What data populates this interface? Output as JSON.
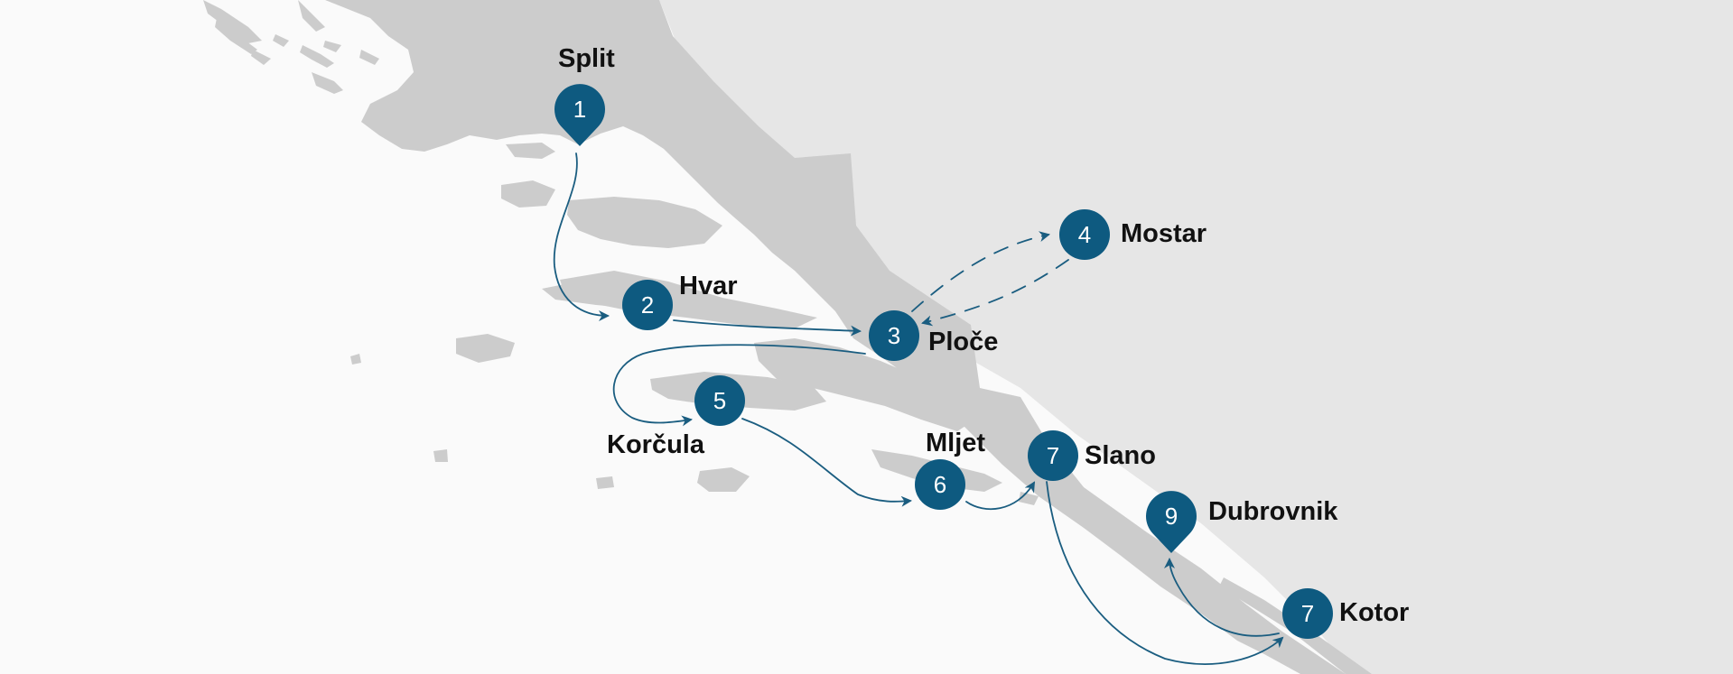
{
  "colors": {
    "background": "#fafafa",
    "inland": "#e6e6e6",
    "coast": "#cccccc",
    "marker": "#0e5a80",
    "route": "#1a5d80",
    "label": "#111111"
  },
  "stops": [
    {
      "id": "split",
      "number": "1",
      "name": "Split",
      "shape": "pin"
    },
    {
      "id": "hvar",
      "number": "2",
      "name": "Hvar",
      "shape": "circle"
    },
    {
      "id": "ploce",
      "number": "3",
      "name": "Ploče",
      "shape": "circle"
    },
    {
      "id": "mostar",
      "number": "4",
      "name": "Mostar",
      "shape": "circle"
    },
    {
      "id": "korcula",
      "number": "5",
      "name": "Korčula",
      "shape": "circle"
    },
    {
      "id": "mljet",
      "number": "6",
      "name": "Mljet",
      "shape": "circle"
    },
    {
      "id": "slano",
      "number": "7",
      "name": "Slano",
      "shape": "circle"
    },
    {
      "id": "dubrovnik",
      "number": "9",
      "name": "Dubrovnik",
      "shape": "pin"
    },
    {
      "id": "kotor",
      "number": "7",
      "name": "Kotor",
      "shape": "circle"
    }
  ],
  "routes": [
    {
      "from": "split",
      "to": "hvar",
      "style": "solid"
    },
    {
      "from": "hvar",
      "to": "ploce",
      "style": "solid"
    },
    {
      "from": "ploce",
      "to": "mostar",
      "style": "dashed"
    },
    {
      "from": "mostar",
      "to": "ploce",
      "style": "dashed"
    },
    {
      "from": "ploce",
      "to": "korcula",
      "style": "solid"
    },
    {
      "from": "korcula",
      "to": "mljet",
      "style": "solid"
    },
    {
      "from": "mljet",
      "to": "slano",
      "style": "solid"
    },
    {
      "from": "slano",
      "to": "kotor",
      "style": "solid"
    },
    {
      "from": "kotor",
      "to": "dubrovnik",
      "style": "solid"
    }
  ]
}
